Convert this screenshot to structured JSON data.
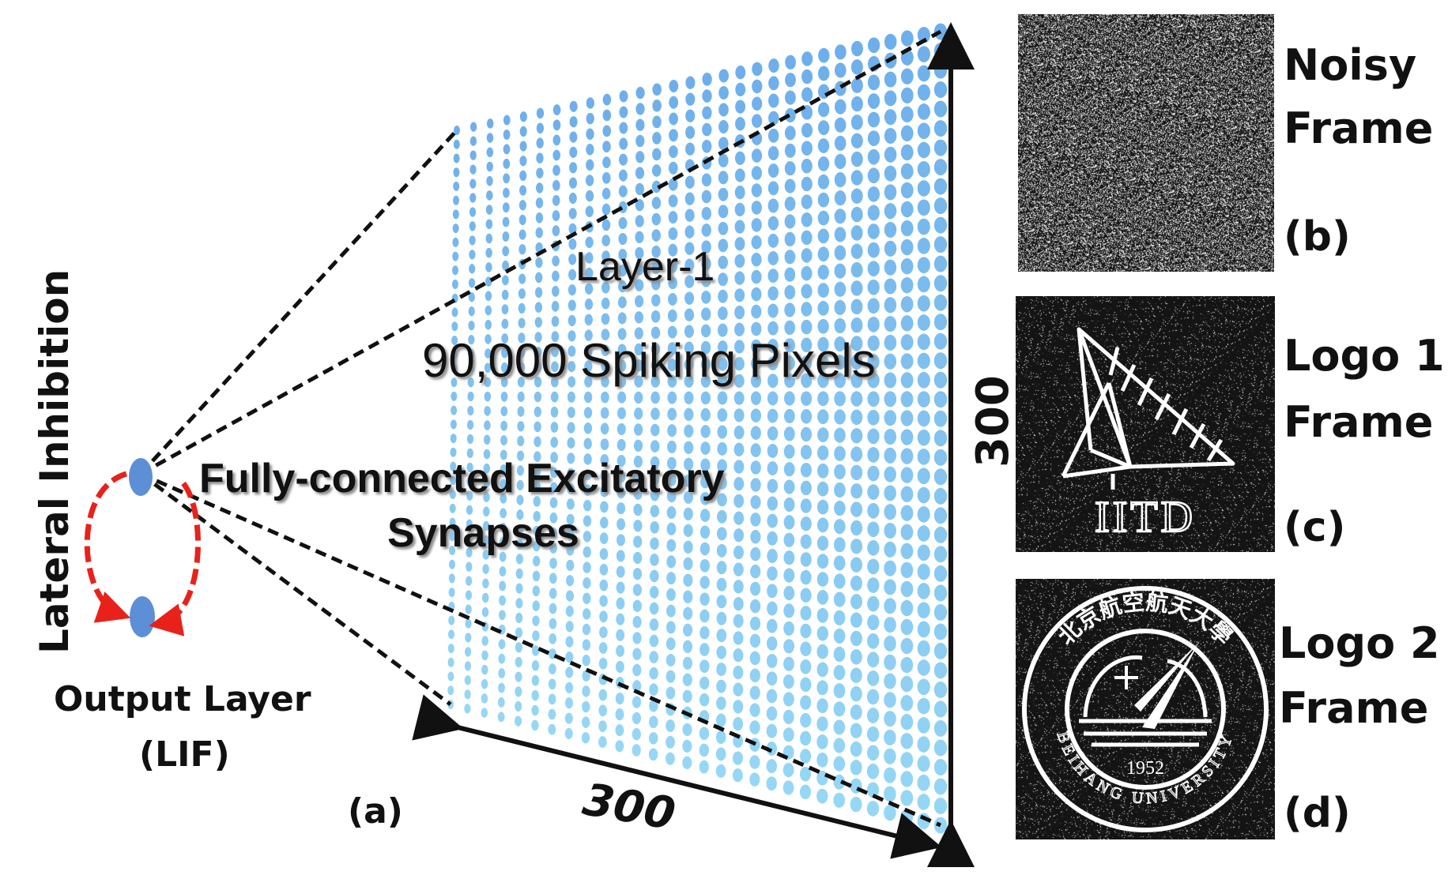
{
  "main_diagram": {
    "layer_title": "Layer-1",
    "pixel_count_label": "90,000 Spiking Pixels",
    "synapse_label_line1": "Fully-connected Excitatory",
    "synapse_label_line2": "Synapses",
    "width_label": "300",
    "height_label": "300",
    "output_layer_line1": "Output Layer",
    "output_layer_line2": "(LIF)",
    "lateral_inhibition_label": "Lateral Inhibition",
    "panel_letter": "(a)"
  },
  "frames": [
    {
      "label_line1": "Noisy",
      "label_line2": "Frame",
      "panel_letter": "(b)"
    },
    {
      "label_line1": "Logo 1",
      "label_line2": "Frame",
      "panel_letter": "(c)",
      "logo_text": "IITD"
    },
    {
      "label_line1": "Logo 2",
      "label_line2": "Frame",
      "panel_letter": "(d)",
      "logo_year": "1952",
      "logo_ring_text": "BEIHANG UNIVERSITY",
      "logo_top_text": "北京航空航天大學"
    }
  ],
  "colors": {
    "neuron": "#7fb2ea",
    "neuron_dark": "#5d8fd6",
    "inhibition_arrow": "#e8221b",
    "lines": "#111111"
  }
}
